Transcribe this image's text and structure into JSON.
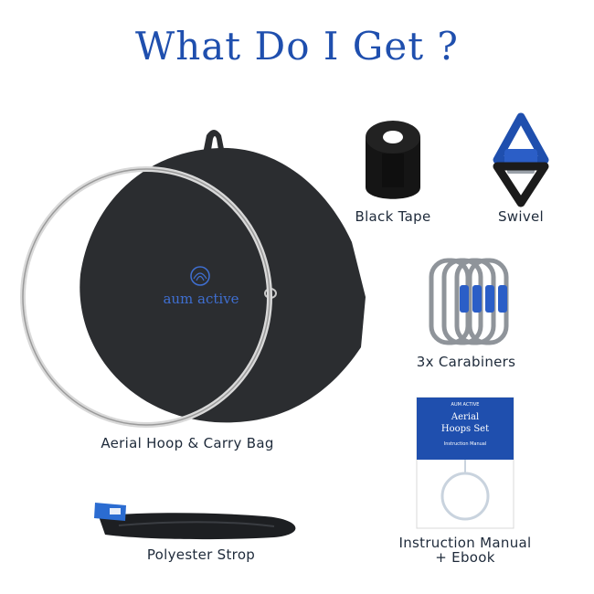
{
  "title": "What Do I Get ?",
  "items": {
    "hoop": {
      "label": "Aerial Hoop & Carry Bag",
      "brand": "aum active"
    },
    "tape": {
      "label": "Black Tape"
    },
    "swivel": {
      "label": "Swivel"
    },
    "carabiners": {
      "label": "3x Carabiners"
    },
    "strop": {
      "label": "Polyester Strop"
    },
    "manual": {
      "label_line1": "Instruction Manual",
      "label_line2": "+ Ebook",
      "cover_brand": "AUM ACTIVE",
      "cover_title_line1": "Aerial",
      "cover_title_line2": "Hoops Set",
      "cover_subtitle": "Instruction Manual"
    }
  },
  "colors": {
    "accent": "#1f4fae",
    "bag": "#2b2d30",
    "text": "#1e2a3a"
  }
}
